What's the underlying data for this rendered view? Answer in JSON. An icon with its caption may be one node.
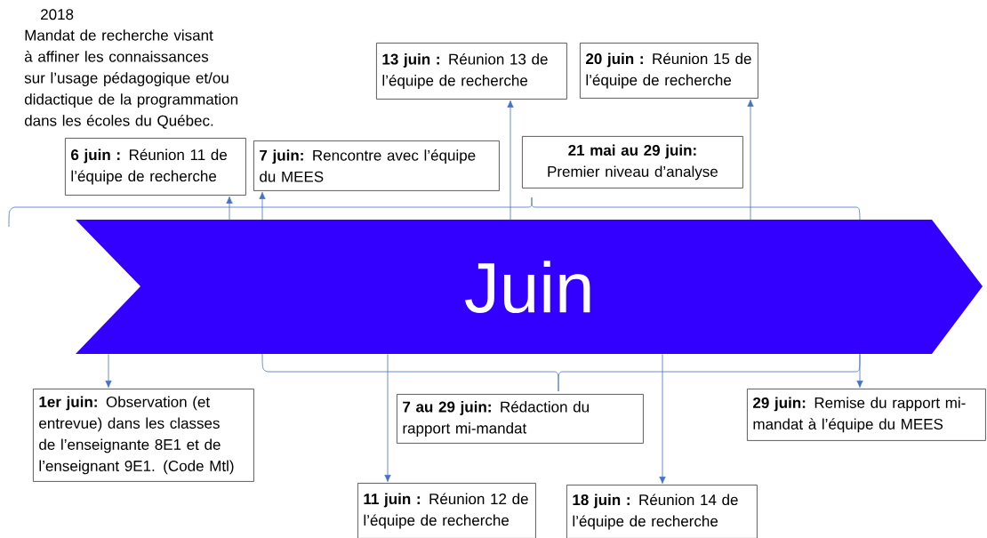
{
  "diagram": {
    "title": "2018",
    "nodes": [
      {
        "text": [
          "Juin"
        ]
      },
      {
        "text": [
          "**6 juin :** Réunion 11 de l’équipe de recherche"
        ]
      },
      {
        "text": [
          "**7 juin:** Rencontre avec l’équipe du MEES"
        ]
      },
      {
        "text": [
          "**13 juin :** Réunion 13 de l’équipe de recherche"
        ]
      },
      {
        "text": [
          "**20 juin :** Réunion 15 de l’équipe de recherche"
        ]
      },
      {
        "text": [
          "**21 mai au 29 juin:** Premier niveau d’analyse"
        ]
      },
      {
        "text": [
          "**1er juin:** Observation (et entrevue) dans les classes de l’enseignante 8E1 et de l’enseignant 9E1. (Code Mtl)"
        ]
      },
      {
        "text": [
          "**7 au 29 juin:** Rédaction du rapport mi-mandat"
        ]
      },
      {
        "text": [
          "**29 juin:** Remise du rapport mi-mandat à l’équipe du MEES"
        ]
      },
      {
        "text": [
          "**11 juin :** Réunion 12 de l’équipe de recherche"
        ]
      },
      {
        "text": [
          "**18 juin :** Réunion 14 de l’équipe de recherche"
        ]
      }
    ],
    "edges": [
      {
        "from": 0,
        "to": 1,
        "arrow": "to"
      },
      {
        "from": 0,
        "to": 2,
        "arrow": "to"
      },
      {
        "from": 0,
        "to": 3,
        "arrow": "to"
      },
      {
        "from": 0,
        "to": 4,
        "arrow": "to"
      },
      {
        "from": 0,
        "to": 6,
        "arrow": "to"
      },
      {
        "from": 0,
        "to": 9,
        "arrow": "to"
      },
      {
        "from": 0,
        "to": 10,
        "arrow": "to"
      },
      {
        "from": 0,
        "to": 8,
        "arrow": "to"
      }
    ],
    "labels": [
      "Mandat de recherche visant à affiner les connaissances sur l’usage pédagogique et/ou didactique de la programmation dans les écoles du Québec."
    ]
  }
}
